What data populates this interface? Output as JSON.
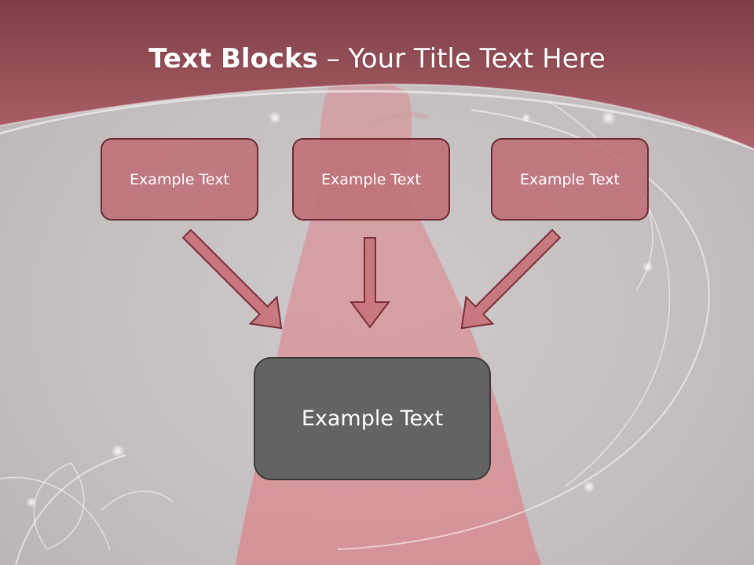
{
  "slide": {
    "title_bold": "Text Blocks",
    "title_dash": " – ",
    "title_rest": "Your Title Text Here",
    "boxes": [
      {
        "label": "Example Text"
      },
      {
        "label": "Example Text"
      },
      {
        "label": "Example Text"
      }
    ],
    "main_box": {
      "label": "Example Text"
    }
  },
  "colors": {
    "header_band": "#a9585f",
    "box_fill": "#c07078",
    "box_border": "#6b2a30",
    "arrow_fill": "#c8787e",
    "arrow_stroke": "#7a3038",
    "main_box_fill": "#636363"
  }
}
